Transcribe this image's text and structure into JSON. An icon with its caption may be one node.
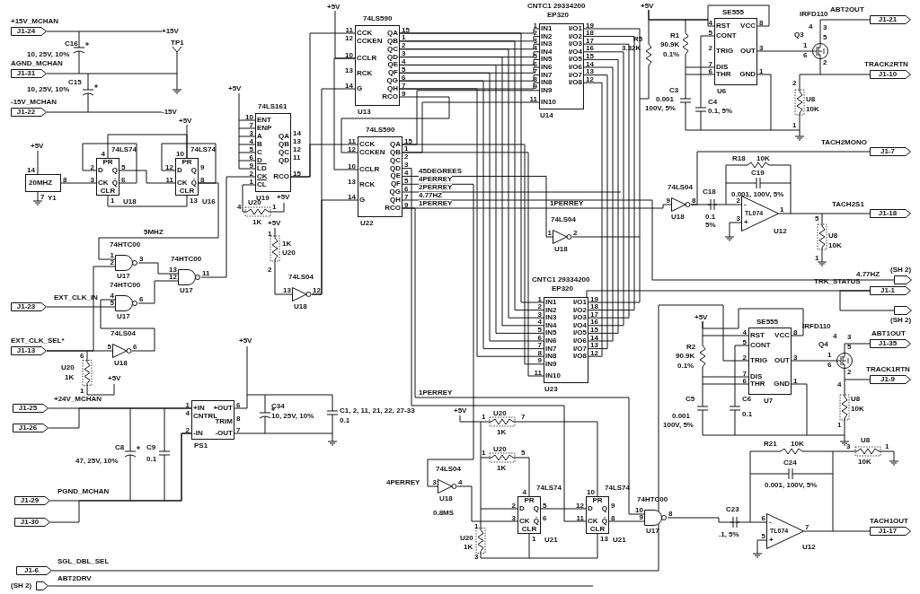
{
  "diagram": {
    "nodes": [
      {
        "text": [
          "J1-24"
        ],
        "beside": [
          "+15V_MCHAN"
        ]
      },
      {
        "text": [
          "J1-31"
        ],
        "beside": [
          "AGND_MCHAN"
        ]
      },
      {
        "text": [
          "J1-22"
        ],
        "beside": [
          "-15V_MCHAN"
        ]
      },
      {
        "text": [
          "J1-23"
        ],
        "beside": [
          "EXT_CLK_IN"
        ]
      },
      {
        "text": [
          "J1-13"
        ],
        "beside": [
          "EXT_CLK_SEL*"
        ]
      },
      {
        "text": [
          "J1-25"
        ],
        "beside": [
          "+24V_MCHAN"
        ]
      },
      {
        "text": [
          "J1-26"
        ]
      },
      {
        "text": [
          "J1-29"
        ],
        "beside": [
          "PGND_MCHAN"
        ]
      },
      {
        "text": [
          "J1-30"
        ]
      },
      {
        "text": [
          "J1-6"
        ],
        "beside": [
          "SGL_DBL_SEL"
        ]
      },
      {
        "text": [],
        "shape": "port",
        "beside": [
          "(SH 2)"
        ]
      },
      {
        "text": [
          "J1-21"
        ],
        "beside": [
          "ABT2OUT"
        ]
      },
      {
        "text": [
          "J1-10"
        ],
        "beside": [
          "TRACK2RTN"
        ]
      },
      {
        "text": [
          "J1-7"
        ],
        "beside": [
          "TACH2MONO"
        ]
      },
      {
        "text": [
          "J1-18"
        ],
        "beside": [
          "TACH2S1"
        ]
      },
      {
        "text": [],
        "shape": "port",
        "beside": [
          "(SH 2)",
          "4.77HZ"
        ]
      },
      {
        "text": [
          "J1-1"
        ],
        "beside": [
          "TRK_STATUS"
        ]
      },
      {
        "text": [],
        "shape": "port",
        "beside": [
          "(SH 2)"
        ]
      },
      {
        "text": [
          "J1-35"
        ],
        "beside": [
          "ABT1OUT"
        ]
      },
      {
        "text": [
          "J1-9"
        ],
        "beside": [
          "TRACK1RTN"
        ]
      },
      {
        "text": [
          "J1-17"
        ],
        "beside": [
          "TACH1OUT"
        ]
      },
      {
        "text": [
          "+15V"
        ]
      },
      {
        "text": [
          "-15V"
        ]
      },
      {
        "text": [
          "20MHZ"
        ],
        "beside": [
          "Y1",
          "14",
          "7",
          "8"
        ]
      },
      {
        "text": [
          "PR",
          "D",
          "CK",
          "Q",
          "Q̄",
          "CLR"
        ],
        "beside": [
          "74LS74",
          "U18",
          "4",
          "2",
          "3",
          "5",
          "6",
          "1"
        ]
      },
      {
        "text": [
          "PR",
          "D",
          "CK",
          "Q",
          "Q̄",
          "CLR"
        ],
        "beside": [
          "74LS74",
          "U16",
          "10",
          "12",
          "11",
          "9",
          "8",
          "13"
        ]
      },
      {
        "text": [
          "ENT",
          "ENP",
          "A",
          "B",
          "C",
          "D",
          "LD",
          "CK",
          "CL",
          "QA",
          "QB",
          "QC",
          "QD",
          "RCO"
        ],
        "beside": [
          "74LS161",
          "U19",
          "10",
          "7",
          "3",
          "4",
          "5",
          "6",
          "9",
          "2",
          "1",
          "14",
          "13",
          "12",
          "11",
          "15"
        ]
      },
      {
        "text": [
          "CCK",
          "CCKEN",
          "CCLR",
          "RCK",
          "G",
          "QA",
          "QB",
          "QC",
          "QD",
          "QE",
          "QF",
          "QG",
          "QH",
          "RCO"
        ],
        "beside": [
          "74LS590",
          "U13",
          "11",
          "12",
          "10",
          "13",
          "14",
          "15",
          "1",
          "2",
          "3",
          "4",
          "5",
          "6",
          "7",
          "9"
        ]
      },
      {
        "text": [
          "CCK",
          "CCKEN",
          "CCLR",
          "RCK",
          "G",
          "QA",
          "QB",
          "QC",
          "QD",
          "QE",
          "QF",
          "QG",
          "QH",
          "RCO"
        ],
        "beside": [
          "74LS590",
          "U22",
          "11",
          "12",
          "10",
          "13",
          "14",
          "15",
          "1",
          "2",
          "3",
          "4",
          "5",
          "6",
          "7",
          "9"
        ]
      },
      {
        "text": [
          "IN1",
          "IN2",
          "IN3",
          "IN4",
          "IN5",
          "IN6",
          "IN7",
          "IN8",
          "IN9",
          "IN10",
          "I/O1",
          "I/O2",
          "I/O3",
          "I/O4",
          "I/O5",
          "I/O6",
          "I/O7",
          "I/O8"
        ],
        "beside": [
          "CNTC1 29334200",
          "EP320",
          "U14",
          "1",
          "2",
          "3",
          "4",
          "5",
          "6",
          "7",
          "8",
          "9",
          "11",
          "19",
          "18",
          "17",
          "16",
          "15",
          "14",
          "13",
          "12"
        ]
      },
      {
        "text": [
          "IN1",
          "IN2",
          "IN3",
          "IN4",
          "IN5",
          "IN6",
          "IN7",
          "IN8",
          "IN9",
          "IN10",
          "I/O1",
          "I/O2",
          "I/O3",
          "I/O4",
          "I/O5",
          "I/O6",
          "I/O7",
          "I/O8"
        ],
        "beside": [
          "CNTC1 29334200",
          "EP320",
          "U23",
          "1",
          "2",
          "3",
          "4",
          "5",
          "6",
          "7",
          "8",
          "9",
          "11",
          "19",
          "18",
          "17",
          "16",
          "15",
          "14",
          "13",
          "12"
        ]
      },
      {
        "text": [
          "RST",
          "CONT",
          "TRIG",
          "DIS",
          "THR",
          "VCC",
          "OUT",
          "GND"
        ],
        "beside": [
          "SE555",
          "U6",
          "4",
          "5",
          "2",
          "7",
          "6",
          "8",
          "3",
          "1"
        ]
      },
      {
        "text": [
          "RST",
          "CONT",
          "TRIG",
          "DIS",
          "THR",
          "VCC",
          "OUT",
          "GND"
        ],
        "beside": [
          "SE555",
          "U7",
          "4",
          "5",
          "2",
          "7",
          "6",
          "8",
          "3",
          "1"
        ]
      },
      {
        "text": [],
        "shape": "circle",
        "beside": [
          "IRFD110",
          "Q3",
          "1",
          "6",
          "5",
          "2",
          "4",
          "3"
        ]
      },
      {
        "text": [],
        "shape": "circle",
        "beside": [
          "IRFD110",
          "Q4",
          "1",
          "6",
          "5",
          "2",
          "4",
          "3"
        ]
      },
      {
        "text": [
          "+IN",
          "CNTRL",
          "-IN",
          "+OUT",
          "TRIM",
          "-OUT"
        ],
        "beside": [
          "PS1",
          "1",
          "4",
          "2",
          "6",
          "8",
          "7"
        ]
      },
      {
        "text": [
          "PR",
          "D",
          "CK",
          "Q",
          "Q̄",
          "CLR"
        ],
        "beside": [
          "74LS74",
          "U21",
          "4",
          "2",
          "3",
          "5",
          "6",
          "1"
        ]
      },
      {
        "text": [
          "PR",
          "D",
          "CK",
          "Q",
          "Q̄",
          "CLR"
        ],
        "beside": [
          "74LS74",
          "U21",
          "10",
          "12",
          "11",
          "9",
          "8",
          "13"
        ]
      },
      {
        "text": [],
        "shape": "gate",
        "beside": [
          "74HTC00",
          "U17",
          "1",
          "2",
          "3"
        ]
      },
      {
        "text": [],
        "shape": "gate",
        "beside": [
          "74HTC00",
          "U17",
          "13",
          "12",
          "11"
        ]
      },
      {
        "text": [],
        "shape": "gate",
        "beside": [
          "74HTC00",
          "U17",
          "4",
          "5",
          "6"
        ]
      },
      {
        "text": [],
        "shape": "triangle",
        "beside": [
          "74LS04",
          "U18",
          "5",
          "6"
        ]
      },
      {
        "text": [],
        "shape": "triangle",
        "beside": [
          "74LS04",
          "U18",
          "13",
          "12"
        ]
      },
      {
        "text": [],
        "shape": "triangle",
        "beside": [
          "74LS04",
          "U18",
          "1",
          "2"
        ]
      },
      {
        "text": [],
        "shape": "triangle",
        "beside": [
          "74LS04",
          "U18",
          "9",
          "8"
        ]
      },
      {
        "text": [
          "-",
          "TL074",
          "+"
        ],
        "beside": [
          "U12",
          "2",
          "3",
          "1"
        ]
      },
      {
        "text": [],
        "shape": "triangle",
        "beside": [
          "74LS04",
          "U18",
          "3",
          "4"
        ]
      },
      {
        "text": [],
        "shape": "gate",
        "beside": [
          "74HTC00",
          "U17",
          "10",
          "9",
          "8"
        ]
      },
      {
        "text": [
          "-",
          "TL074",
          "+"
        ],
        "beside": [
          "U12",
          "6",
          "5",
          "7"
        ]
      },
      {
        "text": [
          "+5V"
        ]
      },
      {
        "text": [
          "+5V"
        ]
      },
      {
        "text": [
          "+5V"
        ]
      },
      {
        "text": [
          "+5V"
        ]
      }
    ],
    "edges": [
      {
        "from": 0,
        "to": 21,
        "arrow": "none"
      },
      {
        "from": 1,
        "to": null,
        "arrow": "none"
      },
      {
        "from": 2,
        "to": 22,
        "arrow": "none"
      },
      {
        "from": 23,
        "to": 24,
        "arrow": "none"
      },
      {
        "from": 24,
        "to": 25,
        "arrow": "none"
      },
      {
        "from": 25,
        "to": 38,
        "arrow": "none",
        "label": "5MHZ"
      },
      {
        "from": 38,
        "to": 39,
        "arrow": "none"
      },
      {
        "from": 40,
        "to": 39,
        "arrow": "none"
      },
      {
        "from": 39,
        "to": 26,
        "arrow": "none"
      },
      {
        "from": 3,
        "to": 40,
        "arrow": "none"
      },
      {
        "from": 4,
        "to": 41,
        "arrow": "none"
      },
      {
        "from": 41,
        "to": 40,
        "arrow": "none"
      },
      {
        "from": 4,
        "to": 38,
        "arrow": "none"
      },
      {
        "from": 26,
        "to": 27,
        "arrow": "none"
      },
      {
        "from": 26,
        "to": 28,
        "arrow": "none"
      },
      {
        "from": 27,
        "to": 28,
        "arrow": "none"
      },
      {
        "from": 42,
        "to": 27,
        "arrow": "none"
      },
      {
        "from": 42,
        "to": 28,
        "arrow": "none"
      },
      {
        "from": 27,
        "to": 29,
        "arrow": "none"
      },
      {
        "from": 27,
        "to": 29,
        "arrow": "none"
      },
      {
        "from": 27,
        "to": 29,
        "arrow": "none"
      },
      {
        "from": 27,
        "to": 29,
        "arrow": "none"
      },
      {
        "from": 27,
        "to": 29,
        "arrow": "none"
      },
      {
        "from": 27,
        "to": 29,
        "arrow": "none"
      },
      {
        "from": 27,
        "to": 29,
        "arrow": "none"
      },
      {
        "from": 27,
        "to": 29,
        "arrow": "none"
      },
      {
        "from": 27,
        "to": 30,
        "arrow": "none"
      },
      {
        "from": 27,
        "to": 30,
        "arrow": "none"
      },
      {
        "from": 27,
        "to": 30,
        "arrow": "none"
      },
      {
        "from": 27,
        "to": 30,
        "arrow": "none"
      },
      {
        "from": 27,
        "to": 30,
        "arrow": "none"
      },
      {
        "from": 27,
        "to": 30,
        "arrow": "none"
      },
      {
        "from": 27,
        "to": 30,
        "arrow": "none"
      },
      {
        "from": 27,
        "to": 30,
        "arrow": "none"
      },
      {
        "from": 28,
        "to": 29,
        "arrow": "none"
      },
      {
        "from": 28,
        "to": 29,
        "arrow": "none"
      },
      {
        "from": 28,
        "to": 30,
        "arrow": "none"
      },
      {
        "from": 28,
        "to": 30,
        "arrow": "none"
      },
      {
        "from": 29,
        "to": 30,
        "arrow": "none"
      },
      {
        "from": 29,
        "to": 30,
        "arrow": "none"
      },
      {
        "from": 29,
        "to": 30,
        "arrow": "none"
      },
      {
        "from": 29,
        "to": 30,
        "arrow": "none"
      },
      {
        "from": 29,
        "to": 30,
        "arrow": "none"
      },
      {
        "from": 29,
        "to": 30,
        "arrow": "none"
      },
      {
        "from": 29,
        "to": 30,
        "arrow": "none"
      },
      {
        "from": 29,
        "to": 30,
        "arrow": "none"
      },
      {
        "from": 28,
        "to": 43,
        "arrow": "none",
        "label": "45DEGREES"
      },
      {
        "from": 28,
        "to": 46,
        "arrow": "none",
        "label": "4PERREY"
      },
      {
        "from": 28,
        "to": null,
        "arrow": "none",
        "label": "2PERREY"
      },
      {
        "from": 28,
        "to": 15,
        "arrow": "none",
        "label": "4.77HZ"
      },
      {
        "from": 28,
        "to": 44,
        "arrow": "none",
        "label": "1PERREY"
      },
      {
        "from": 28,
        "to": 47,
        "arrow": "none",
        "label": "1PERREY"
      },
      {
        "from": 28,
        "to": 37,
        "arrow": "none"
      },
      {
        "from": 46,
        "to": 36,
        "arrow": "none"
      },
      {
        "from": 36,
        "to": 37,
        "arrow": "none"
      },
      {
        "from": 37,
        "to": 47,
        "arrow": "none"
      },
      {
        "from": 47,
        "to": 48,
        "arrow": "none"
      },
      {
        "from": 48,
        "to": 20,
        "arrow": "none"
      },
      {
        "from": 43,
        "to": null,
        "arrow": "none"
      },
      {
        "from": 44,
        "to": 45,
        "arrow": "none"
      },
      {
        "from": 44,
        "to": 13,
        "arrow": "none"
      },
      {
        "from": 45,
        "to": 14,
        "arrow": "none"
      },
      {
        "from": 31,
        "to": 33,
        "arrow": "none"
      },
      {
        "from": 33,
        "to": 11,
        "arrow": "none"
      },
      {
        "from": 33,
        "to": 12,
        "arrow": "none"
      },
      {
        "from": 32,
        "to": 34,
        "arrow": "none"
      },
      {
        "from": 34,
        "to": 18,
        "arrow": "none"
      },
      {
        "from": 34,
        "to": 19,
        "arrow": "none"
      },
      {
        "from": 30,
        "to": 16,
        "arrow": "none"
      },
      {
        "from": 16,
        "to": 17,
        "arrow": "none"
      },
      {
        "from": 9,
        "to": 32,
        "arrow": "none"
      },
      {
        "from": 10,
        "to": null,
        "arrow": "none",
        "label": "ABT2DRV"
      },
      {
        "from": 5,
        "to": 35,
        "arrow": "none"
      },
      {
        "from": 6,
        "to": 35,
        "arrow": "none"
      },
      {
        "from": 7,
        "to": 35,
        "arrow": "none"
      },
      {
        "from": 8,
        "to": 35,
        "arrow": "none"
      },
      {
        "from": 27,
        "to": 28,
        "arrow": "none"
      },
      {
        "from": 49,
        "to": 27,
        "arrow": "none"
      },
      {
        "from": 50,
        "to": 31,
        "arrow": "none"
      },
      {
        "from": 50,
        "to": 31,
        "arrow": "none"
      },
      {
        "from": 51,
        "to": 32,
        "arrow": "none"
      },
      {
        "from": 51,
        "to": 32,
        "arrow": "none"
      },
      {
        "from": 24,
        "to": 25,
        "arrow": "none"
      },
      {
        "from": 24,
        "to": 25,
        "arrow": "none"
      },
      {
        "from": 36,
        "to": 37,
        "arrow": "none"
      },
      {
        "from": 52,
        "to": 25,
        "arrow": "none"
      }
    ],
    "labels": [
      "C16",
      "10, 25V, 10%",
      "C15",
      "10, 25V, 10%",
      "TP1",
      "+5V",
      "+5V",
      "U20",
      "4",
      "1",
      "1K",
      "+5V",
      "+5V",
      "1",
      "2",
      "1K",
      "U20",
      "U20",
      "1K",
      "6",
      "1",
      "+5V",
      "+5V",
      "C34",
      "10, 25V, 10%",
      "C8",
      "47, 25V, 10%",
      "C9",
      "0.1",
      "C1, 2, 11, 21, 22, 27-33",
      "0.1",
      "+5V",
      "U20",
      "1",
      "7",
      "1K",
      "U20",
      "1",
      "5",
      "1K",
      "4PERREY",
      "0.8MS",
      "U20",
      "1K",
      "1",
      "3",
      "1PERREY",
      "R5",
      "3.32K",
      "R1",
      "90.9K",
      "0.1%",
      "C3",
      "0.001",
      "100V, 5%",
      "C4",
      "0.1, 5%",
      "2",
      "1",
      "U8",
      "10K",
      "R18",
      "10K",
      "C19",
      "C18",
      "0.001, 100V, 5%",
      "0.1",
      "5%",
      "5",
      "1",
      "U8",
      "10K",
      "R2",
      "90.9K",
      "0.1%",
      "C5",
      "0.001",
      "100V, 5%",
      "C6",
      "0.1",
      "4",
      "1",
      "U8",
      "10K",
      "R21",
      "10K",
      "U8",
      "3",
      "1",
      "C24",
      "10K",
      "0.001, 100V, 5%",
      "C23",
      ".1, 5%"
    ]
  }
}
